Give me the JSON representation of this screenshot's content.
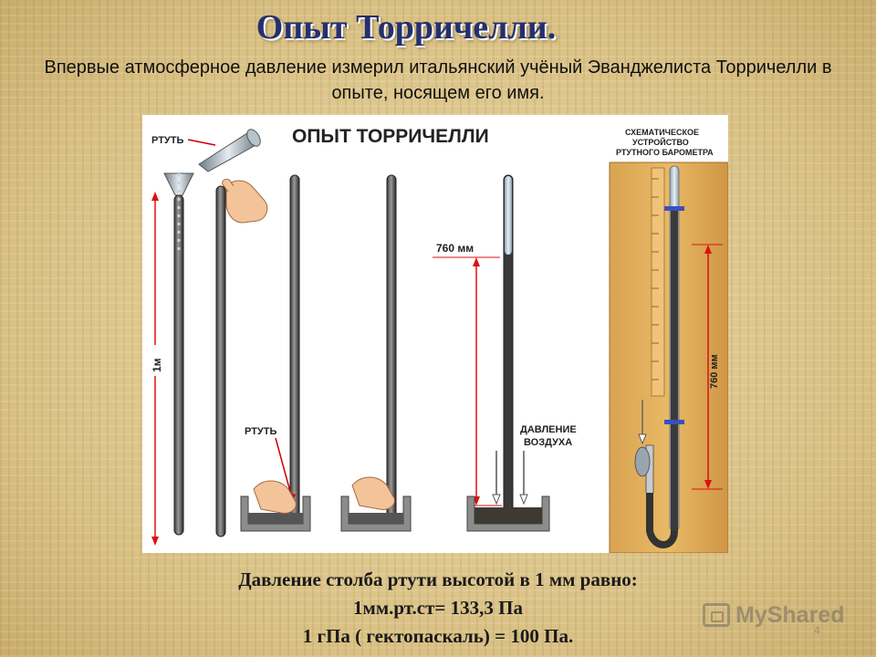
{
  "title": "Опыт Торричелли.",
  "intro": "Впервые атмосферное давление измерил итальянский учёный Эванджелиста Торричелли в опыте, носящем его имя.",
  "figure": {
    "heading": "ОПЫТ ТОРРИЧЕЛЛИ",
    "label_mercury_top": "РТУТЬ",
    "label_one_meter": "1м",
    "label_mercury_bottom": "РТУТЬ",
    "label_760_left": "760 мм",
    "label_air_line1": "ДАВЛЕНИЕ",
    "label_air_line2": "ВОЗДУХА",
    "barometer_title_line1": "СХЕМАТИЧЕСКОЕ",
    "barometer_title_line2": "УСТРОЙСТВО",
    "barometer_title_line3": "РТУТНОГО БАРОМЕТРА",
    "label_760_right": "760 мм"
  },
  "bottom": {
    "line1": "Давление столба ртути высотой в 1 мм равно:",
    "line2": "1мм.рт.ст= 133,3 Па",
    "line3": "1 гПа ( гектопаскаль) = 100 Па."
  },
  "watermark": "MyShared",
  "page_number": "4"
}
